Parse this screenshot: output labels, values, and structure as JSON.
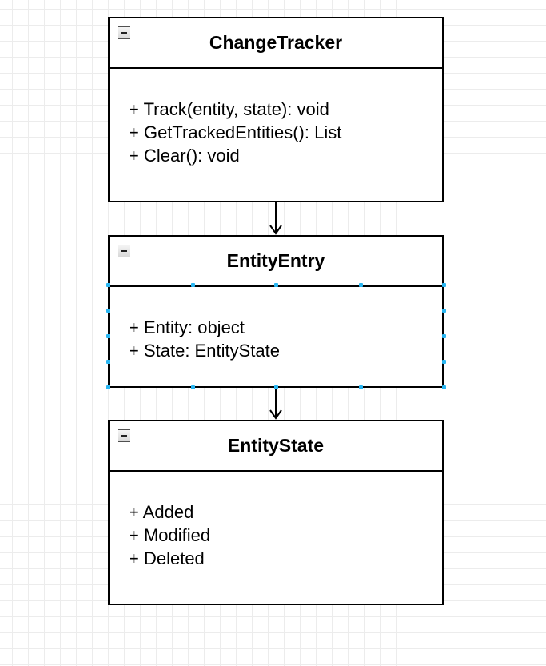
{
  "diagram": {
    "classes": [
      {
        "id": "change-tracker",
        "name": "ChangeTracker",
        "members": [
          "+ Track(entity, state): void",
          "+ GetTrackedEntities(): List",
          "+ Clear(): void"
        ]
      },
      {
        "id": "entity-entry",
        "name": "EntityEntry",
        "members": [
          "+ Entity: object",
          "+ State: EntityState"
        ]
      },
      {
        "id": "entity-state",
        "name": "EntityState",
        "members": [
          "+ Added",
          "+ Modified",
          "+ Deleted"
        ]
      }
    ],
    "connectors": [
      {
        "from": "ChangeTracker",
        "to": "EntityEntry",
        "style": "open-arrow"
      },
      {
        "from": "EntityEntry",
        "to": "EntityState",
        "style": "open-arrow"
      }
    ],
    "selected": "EntityEntry",
    "colors": {
      "line": "#000000",
      "selection_handle": "#29b6f2",
      "grid": "#ececec",
      "background": "#ffffff"
    }
  }
}
